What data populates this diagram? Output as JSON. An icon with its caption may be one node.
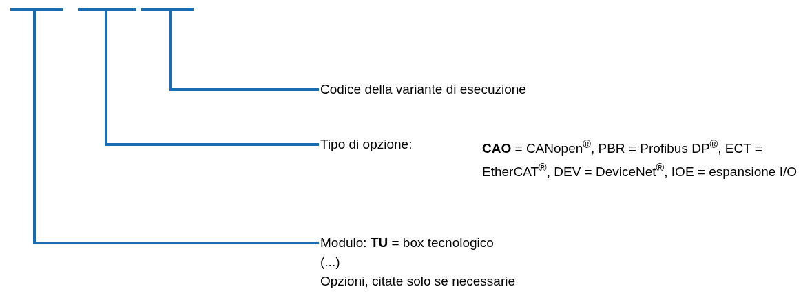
{
  "diagram": {
    "nodes": [
      {
        "text": [],
        "shape": "bar"
      },
      {
        "text": [],
        "shape": "bar"
      },
      {
        "text": [],
        "shape": "bar"
      },
      {
        "text": [
          "Codice della variante di esecuzione"
        ]
      },
      {
        "text": [
          "Tipo di opzione:",
          "**CAO** = CANopen$^{®}$, PBR = Profibus DP$^{®}$, ECT = EtherCAT$^{®}$, DEV = DeviceNet$^{®}$, IOE = espansione I/O"
        ]
      },
      {
        "text": [
          "Modulo: **TU** = box tecnologico",
          "(...)",
          "Opzioni, citate solo se necessarie"
        ]
      }
    ],
    "edges": [
      {
        "from": 2,
        "to": 3,
        "arrow": "none"
      },
      {
        "from": 1,
        "to": 4,
        "arrow": "none"
      },
      {
        "from": 0,
        "to": 5,
        "arrow": "none"
      }
    ]
  }
}
